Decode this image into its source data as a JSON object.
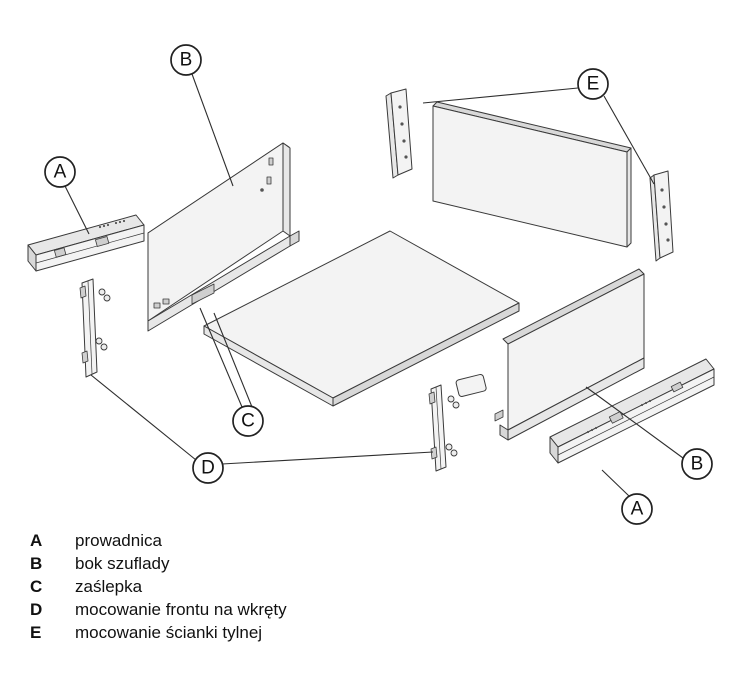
{
  "figure": {
    "callouts": {
      "b_top": "B",
      "e": "E",
      "a_left": "A",
      "c": "C",
      "d": "D",
      "b_right": "B",
      "a_right": "A"
    }
  },
  "legend": {
    "items": [
      {
        "key": "A",
        "label": "prowadnica"
      },
      {
        "key": "B",
        "label": "bok szuflady"
      },
      {
        "key": "C",
        "label": "zaślepka"
      },
      {
        "key": "D",
        "label": "mocowanie frontu na wkręty"
      },
      {
        "key": "E",
        "label": "mocowanie ścianki tylnej"
      }
    ]
  }
}
